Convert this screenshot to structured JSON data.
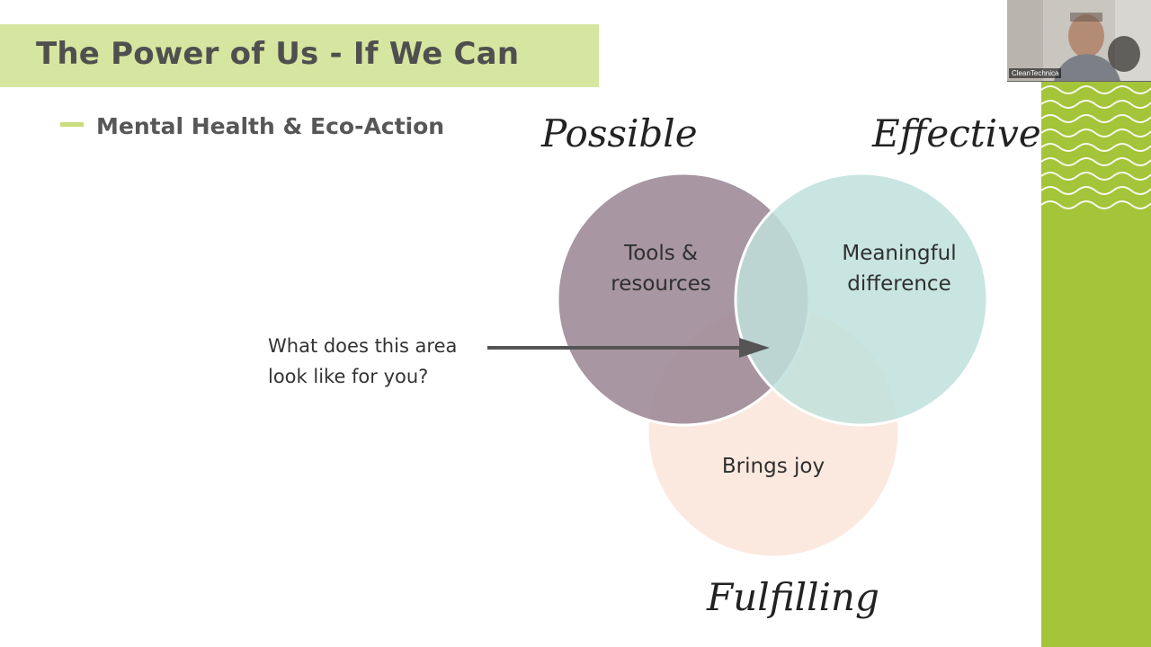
{
  "slide": {
    "title": "The Power of Us - If We Can",
    "bullet": "Mental Health & Eco-Action"
  },
  "venn": {
    "circles": [
      {
        "heading": "Possible",
        "line1": "Tools &",
        "line2": "resources",
        "color": "#9e8b98"
      },
      {
        "heading": "Effective",
        "line1": "Meaningful",
        "line2": "difference",
        "color": "#bfe0dc"
      },
      {
        "heading": "Fulfilling",
        "line1": "Brings joy",
        "color": "#fbe9df"
      }
    ],
    "question_line1": "What does this area",
    "question_line2": "look like for you?"
  },
  "video": {
    "participant_name": "CleanTechnica"
  },
  "colors": {
    "title_bar": "#d6e59f",
    "accent_band": "#a4c43a",
    "bullet_dash": "#c8de7c"
  }
}
